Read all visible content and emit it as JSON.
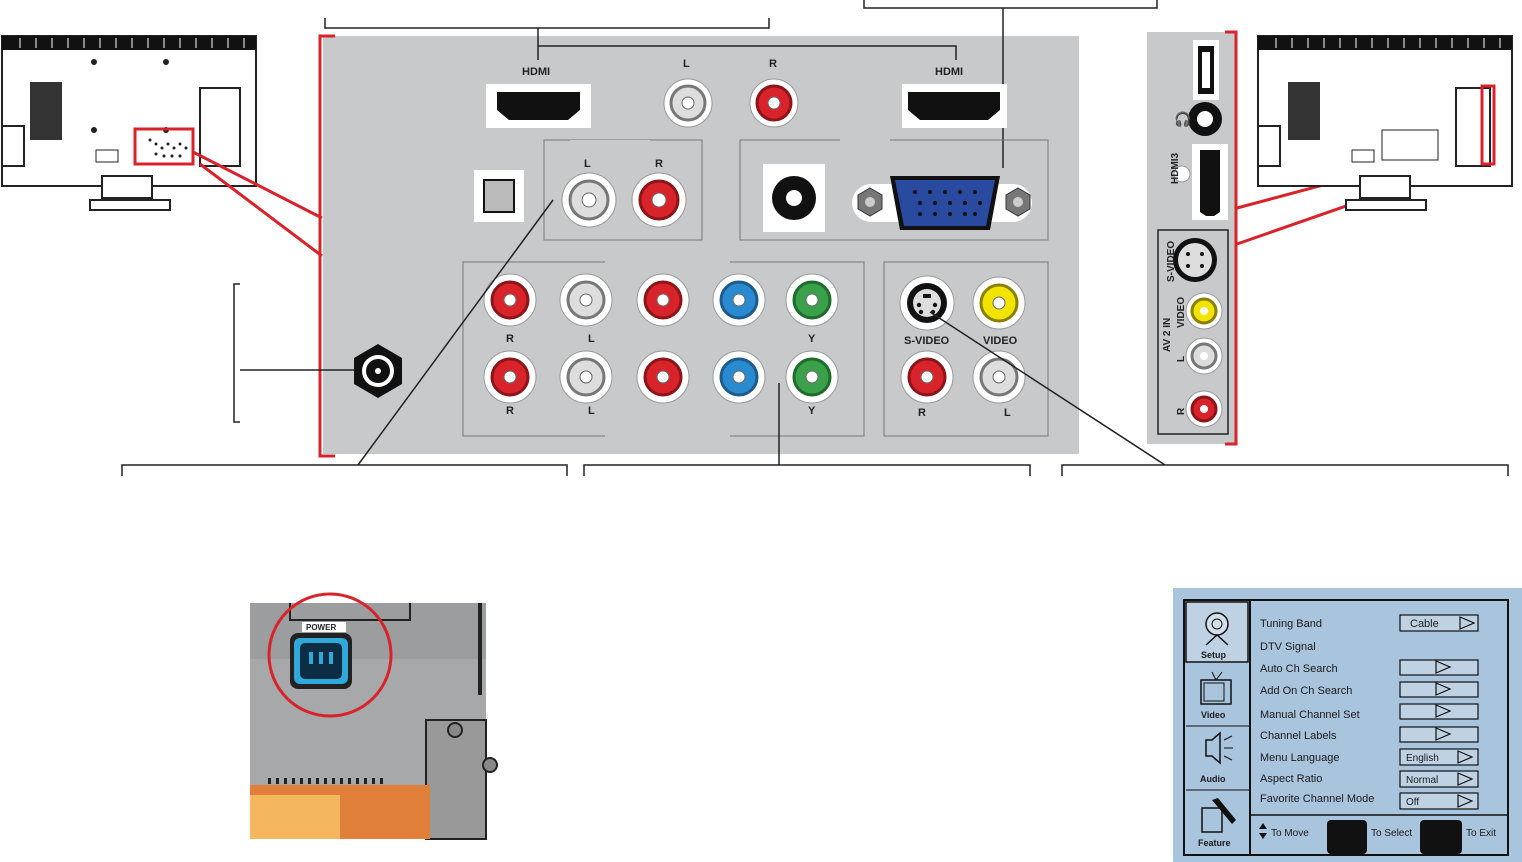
{
  "panel": {
    "hdmi_left": "HDMI",
    "hdmi_right": "HDMI",
    "audio_top_l": "L",
    "audio_top_r": "R",
    "audio_mid_l": "L",
    "audio_mid_r": "R",
    "row1": [
      "R",
      "L",
      "Y"
    ],
    "row2": [
      "R",
      "L",
      "Y"
    ],
    "svideo": "S-VIDEO",
    "video": "VIDEO",
    "av_r": "R",
    "av_l": "L"
  },
  "side_panel": {
    "hdmi3": "HDMI3",
    "svideo": "S-VIDEO",
    "av2in": "AV 2 IN",
    "video": "VIDEO",
    "l": "L",
    "r": "R"
  },
  "power": {
    "label": "POWER"
  },
  "osd": {
    "tabs": [
      "Setup",
      "Video",
      "Audio",
      "Feature"
    ],
    "items": [
      {
        "label": "Tuning Band",
        "value": "Cable"
      },
      {
        "label": "DTV Signal",
        "value": ""
      },
      {
        "label": "Auto Ch Search",
        "value": ""
      },
      {
        "label": "Add On Ch Search",
        "value": ""
      },
      {
        "label": "Manual Channel Set",
        "value": ""
      },
      {
        "label": "Channel Labels",
        "value": ""
      },
      {
        "label": "Menu Language",
        "value": "English"
      },
      {
        "label": "Aspect Ratio",
        "value": "Normal"
      },
      {
        "label": "Favorite Channel Mode",
        "value": "Off"
      }
    ],
    "footer_move": "To Move",
    "footer_select": "To Select",
    "footer_exit": "To Exit"
  },
  "colors": {
    "red_outline": "#d8232a",
    "panel_grey": "#c8c9cb",
    "osd_bg": "#a9c4dd",
    "port_blue": "#2a4aa0",
    "power_cyan": "#2fa9d9"
  }
}
